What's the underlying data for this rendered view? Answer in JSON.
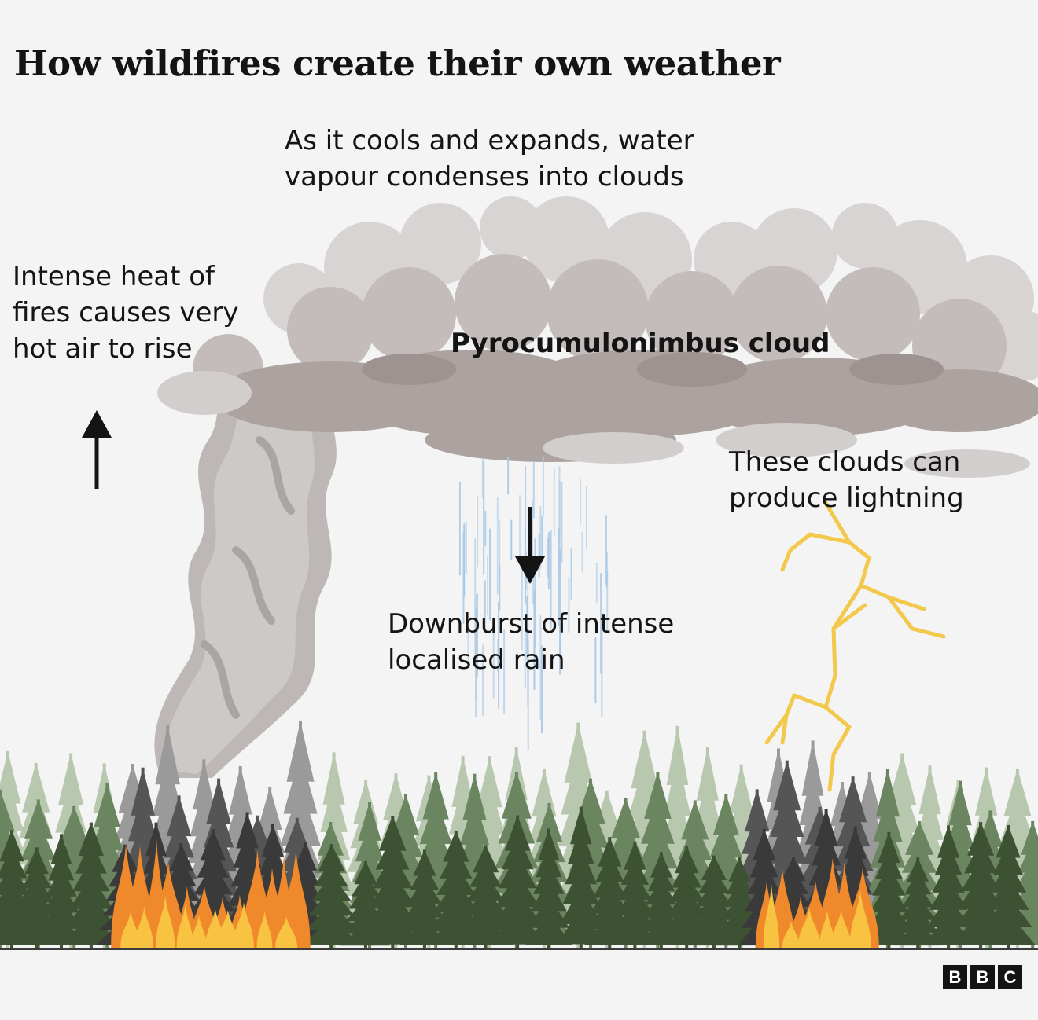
{
  "title": "How wildfires create their own weather",
  "labels": {
    "condense": [
      "As it cools and expands, water",
      "vapour condenses into clouds"
    ],
    "heat": [
      "Intense heat of",
      "fires causes very",
      "hot air to rise"
    ],
    "cloud": "Pyrocumulonimbus cloud",
    "lightning": [
      "These clouds can",
      "produce lightning"
    ],
    "rain": [
      "Downburst of intense",
      "localised rain"
    ]
  },
  "logo": {
    "letters": [
      "B",
      "B",
      "C"
    ]
  },
  "colors": {
    "background": "#f4f4f4",
    "text": "#141414",
    "cloud_dark": "#a59b98",
    "cloud_light": "#d2cecd",
    "smoke": "#bdb8b6",
    "rain": "#a9c9e6",
    "lightning": "#f2c94c",
    "tree_dark": "#3d5233",
    "tree_mid": "#6a8560",
    "tree_light": "#b8c8ae",
    "tree_burnt": "#3a3a3a",
    "fire_orange": "#f0892b",
    "fire_yellow": "#f8c341"
  },
  "icons": [
    "arrow-up-icon",
    "arrow-down-icon",
    "lightning-bolt-icon",
    "tree-icon",
    "fire-icon"
  ]
}
